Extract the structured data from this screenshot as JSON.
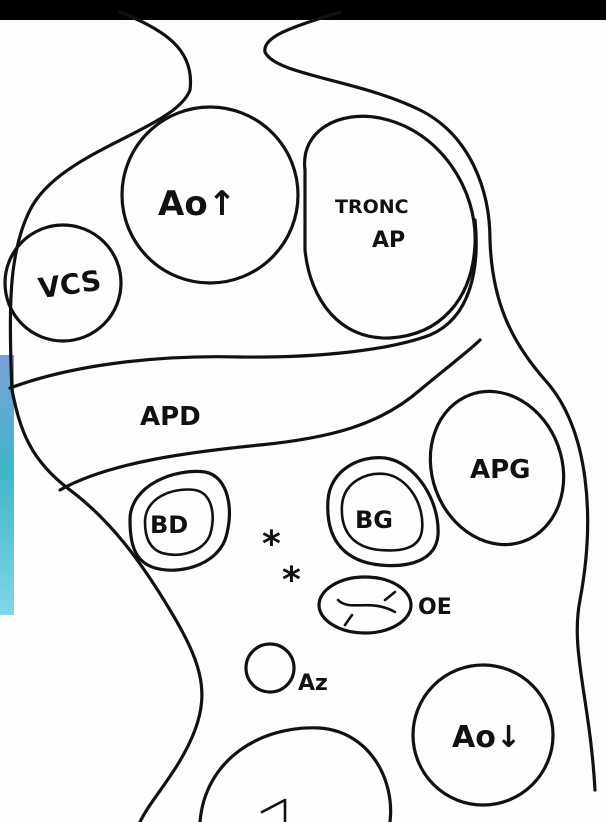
{
  "labels": {
    "ao_up": "Ao↑",
    "vcs": "VCS",
    "tronc_line1": "TRONC",
    "tronc_line2": "AP",
    "apd": "APD",
    "apg": "APG",
    "bd": "BD",
    "bg": "BG",
    "star1": "*",
    "star2": "*",
    "oe": "OE",
    "az": "Az",
    "ao_down": "Ao↓"
  },
  "colors": {
    "ink": "#111111",
    "paper": "#fdfdfb",
    "top_bar": "#000000",
    "side_strip": "#3fb7c8"
  }
}
